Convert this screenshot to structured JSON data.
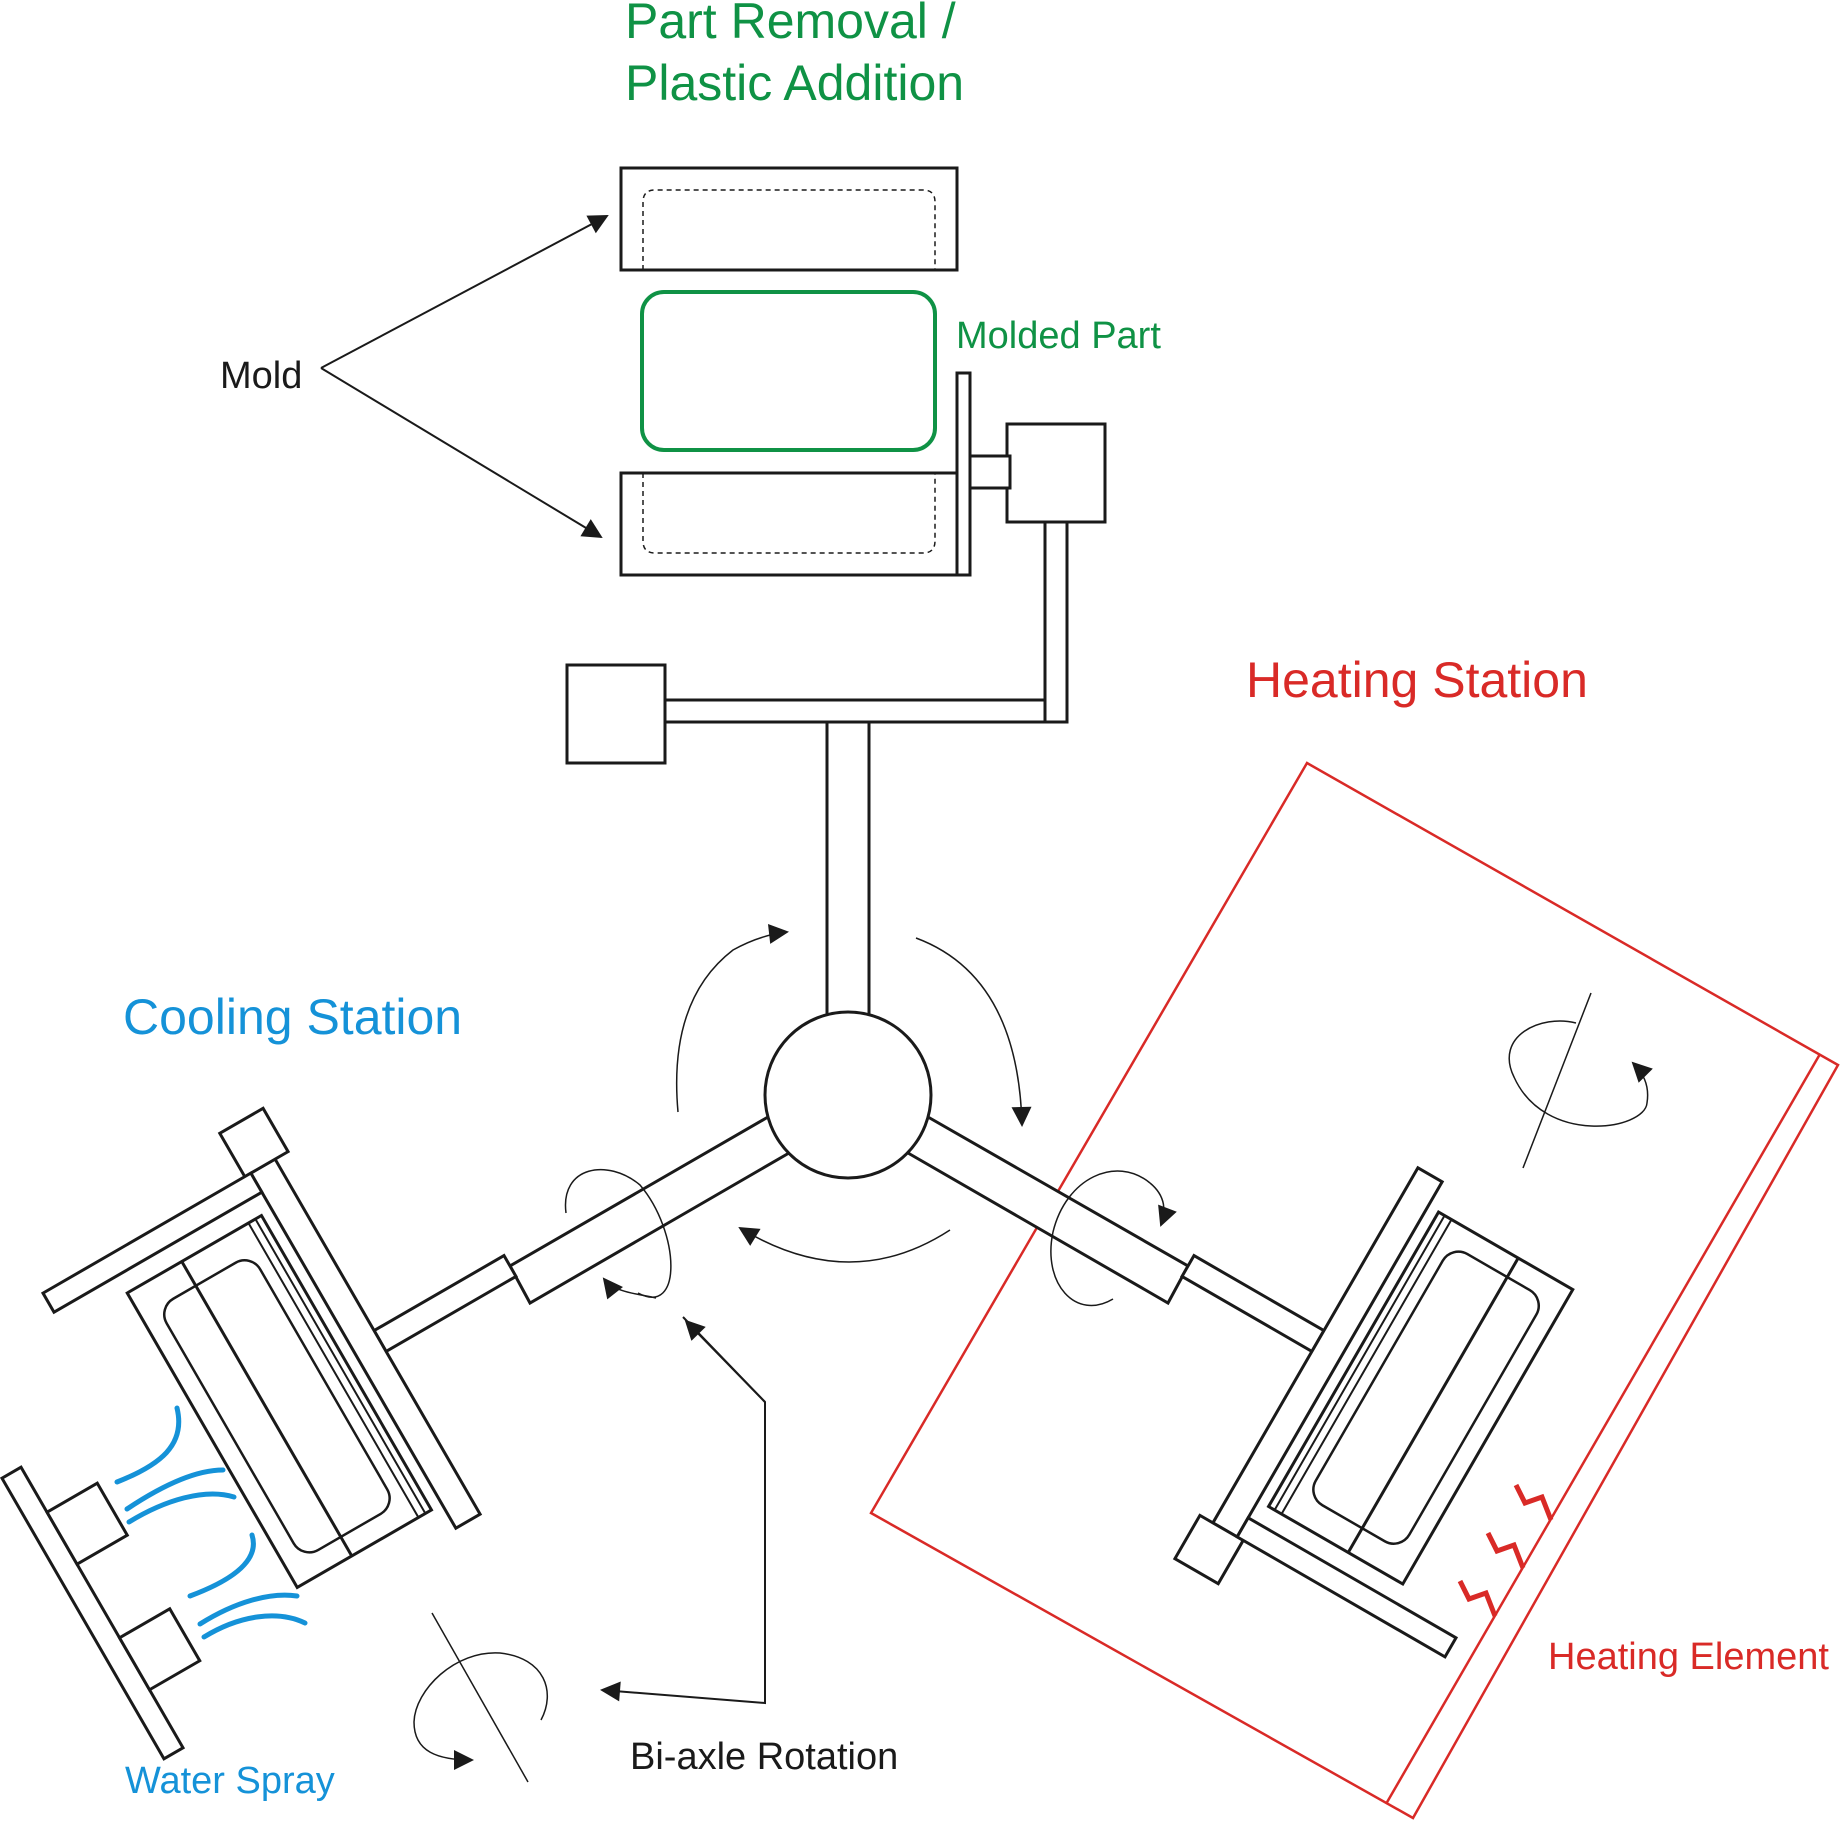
{
  "labels": {
    "part_removal_line1": "Part Removal /",
    "part_removal_line2": "Plastic Addition",
    "molded_part": "Molded Part",
    "mold": "Mold",
    "heating_station": "Heating Station",
    "cooling_station": "Cooling Station",
    "water_spray": "Water Spray",
    "bi_axle_rotation": "Bi-axle Rotation",
    "heating_element": "Heating Element"
  },
  "colors": {
    "part_removal": "#0f9245",
    "heating": "#d92a27",
    "cooling": "#1592d8",
    "line": "#1a1a1a"
  }
}
